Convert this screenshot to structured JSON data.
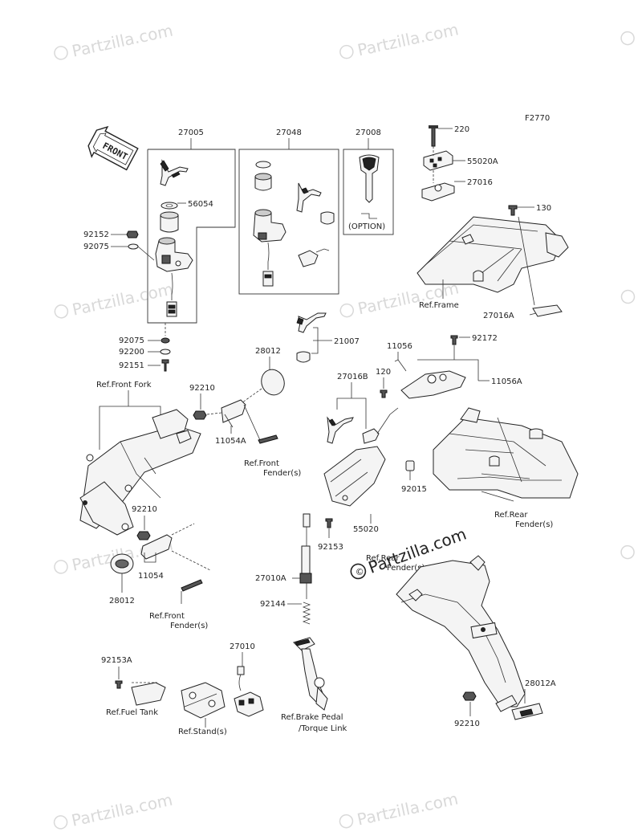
{
  "diagram": {
    "code": "F2770",
    "front_label": "FRONT",
    "center_watermark": "Partzilla.com",
    "watermark_text": "Partzilla.com",
    "labels": {
      "p27005": "27005",
      "p27048": "27048",
      "p27008": "27008",
      "p220": "220",
      "p55020A": "55020A",
      "p27016": "27016",
      "p130": "130",
      "p56054": "56054",
      "p92152": "92152",
      "p92075a": "92075",
      "p92075b": "92075",
      "p92200": "92200",
      "p92151": "92151",
      "option": "(OPTION)",
      "p21007": "21007",
      "p28012a": "28012",
      "p92210a": "92210",
      "p11054A": "11054A",
      "p11056": "11056",
      "p92172": "92172",
      "p120": "120",
      "p27016B": "27016B",
      "p11056A": "11056A",
      "p27016A": "27016A",
      "p92210b": "92210",
      "p11054": "11054",
      "p28012b": "28012",
      "p92015": "92015",
      "p55020": "55020",
      "p92153": "92153",
      "p27010A": "27010A",
      "p92144": "92144",
      "p27010": "27010",
      "p92153A": "92153A",
      "p28012A": "28012A",
      "p92210c": "92210"
    },
    "refs": {
      "frame": "Ref.Frame",
      "front_fork": "Ref.Front Fork",
      "front_fender_1a": "Ref.Front",
      "front_fender_1b": "Fender(s)",
      "front_fender_2a": "Ref.Front",
      "front_fender_2b": "Fender(s)",
      "rear_fender_1a": "Ref.Rear",
      "rear_fender_1b": "Fender(s)",
      "rear_fender_2a": "Ref.Rear",
      "rear_fender_2b": "Fender(s)",
      "fuel_tank": "Ref.Fuel Tank",
      "stand": "Ref.Stand(s)",
      "brake_a": "Ref.Brake Pedal",
      "brake_b": "/Torque Link"
    }
  }
}
